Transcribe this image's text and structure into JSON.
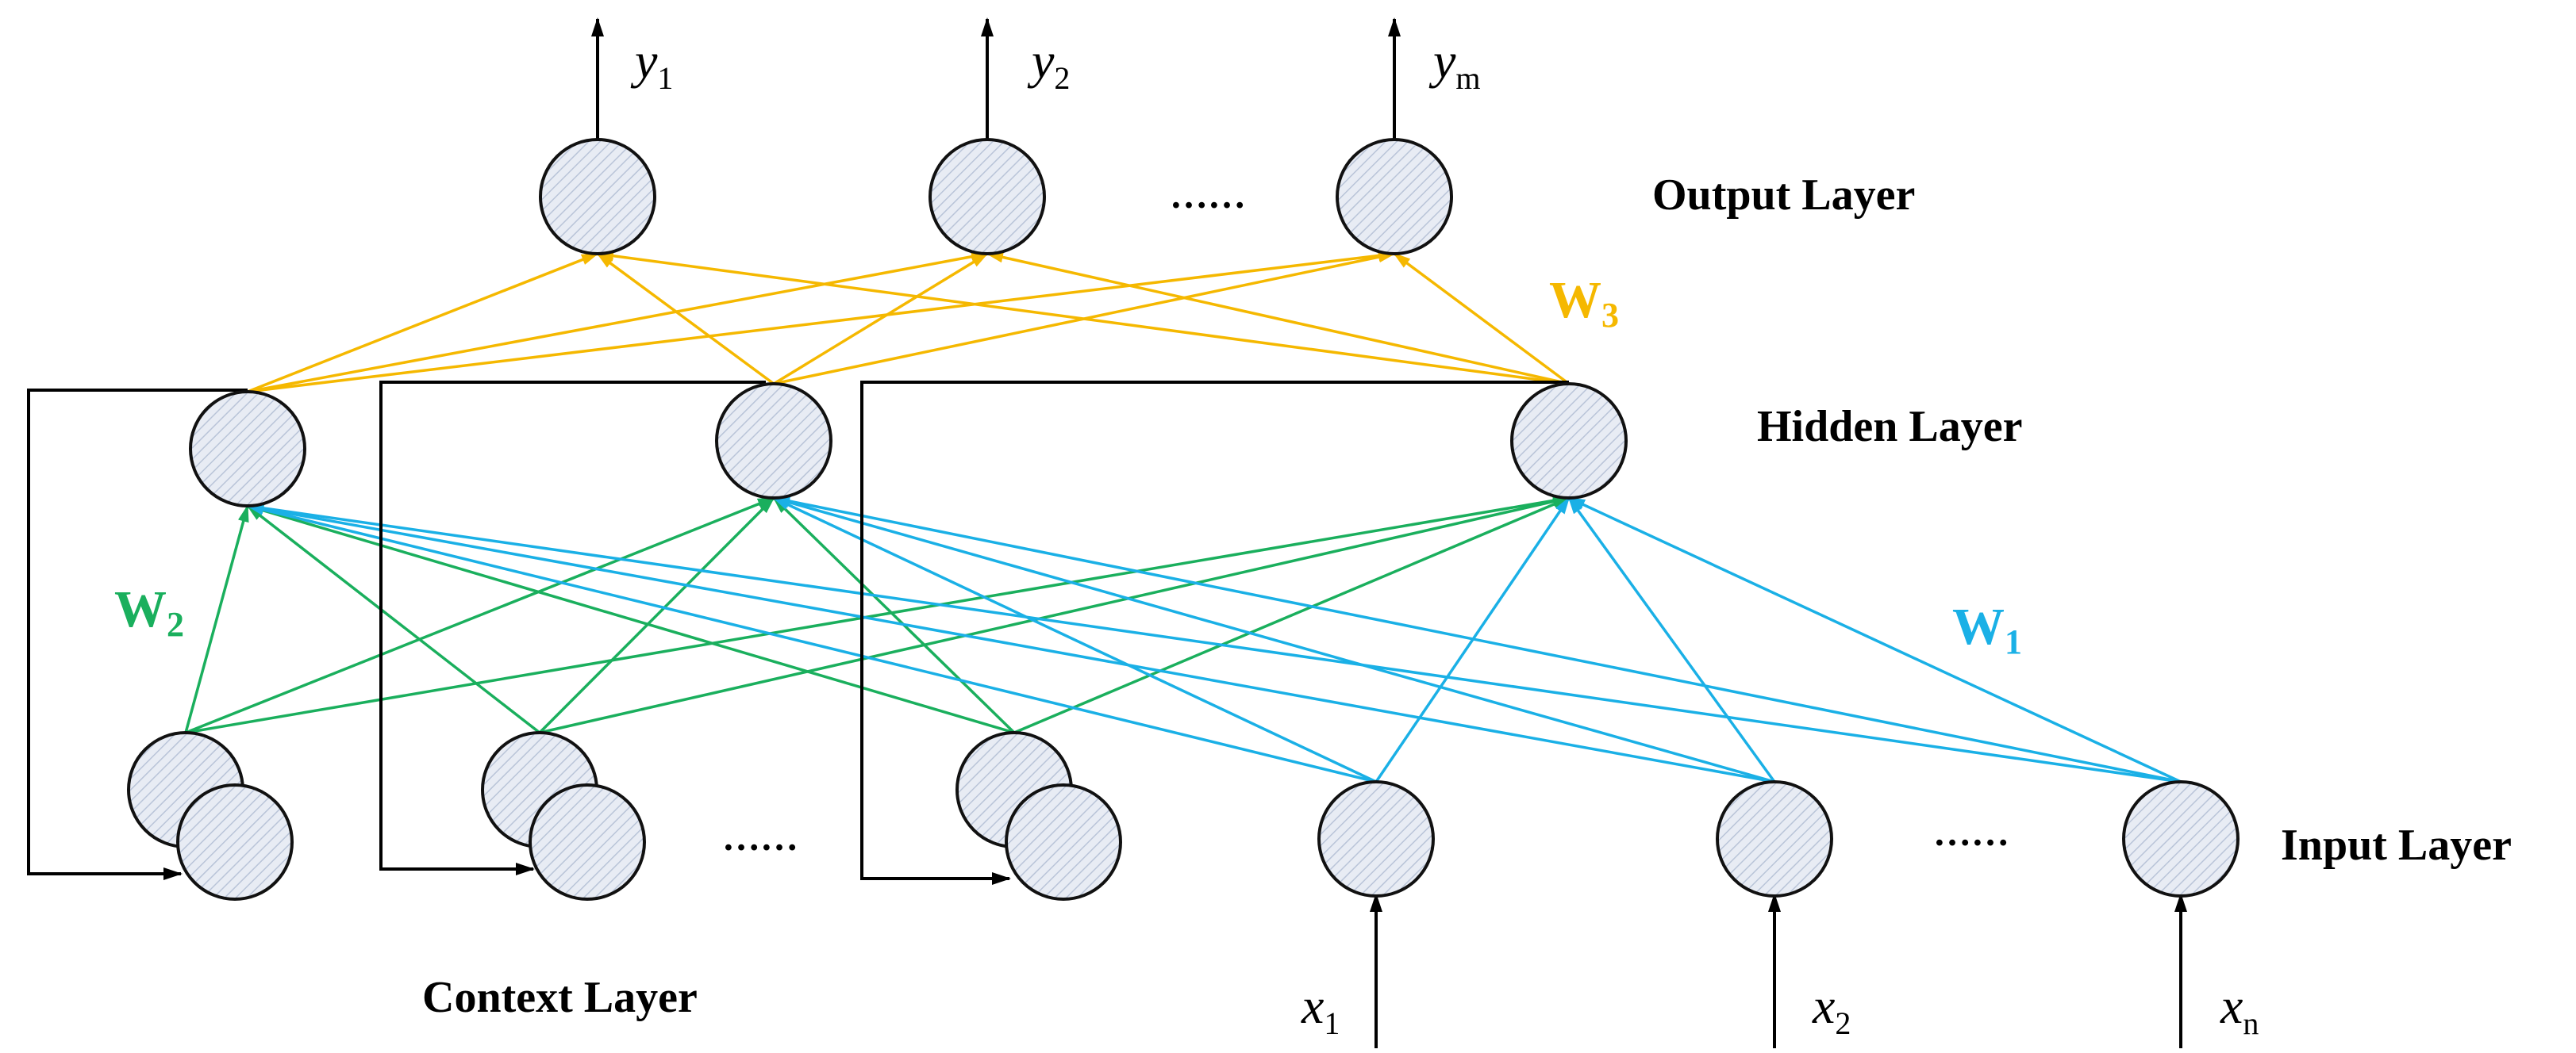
{
  "layers": {
    "output": "Output Layer",
    "hidden": "Hidden Layer",
    "input": "Input Layer",
    "context": "Context Layer"
  },
  "ellipsis": "……",
  "weights": {
    "w1": {
      "main": "W",
      "sub": "1",
      "color": "#1ab0e6"
    },
    "w2": {
      "main": "W",
      "sub": "2",
      "color": "#1aaf5d"
    },
    "w3": {
      "main": "W",
      "sub": "3",
      "color": "#f5b800"
    }
  },
  "outputs": [
    {
      "main": "y",
      "sub": "1"
    },
    {
      "main": "y",
      "sub": "2"
    },
    {
      "main": "y",
      "sub": "m"
    }
  ],
  "inputs": [
    {
      "main": "x",
      "sub": "1"
    },
    {
      "main": "x",
      "sub": "2"
    },
    {
      "main": "x",
      "sub": "n"
    }
  ],
  "colors": {
    "node_fill": "#e8ecf4",
    "node_hatch": "#b9c4d8",
    "feedback": "#000000"
  }
}
